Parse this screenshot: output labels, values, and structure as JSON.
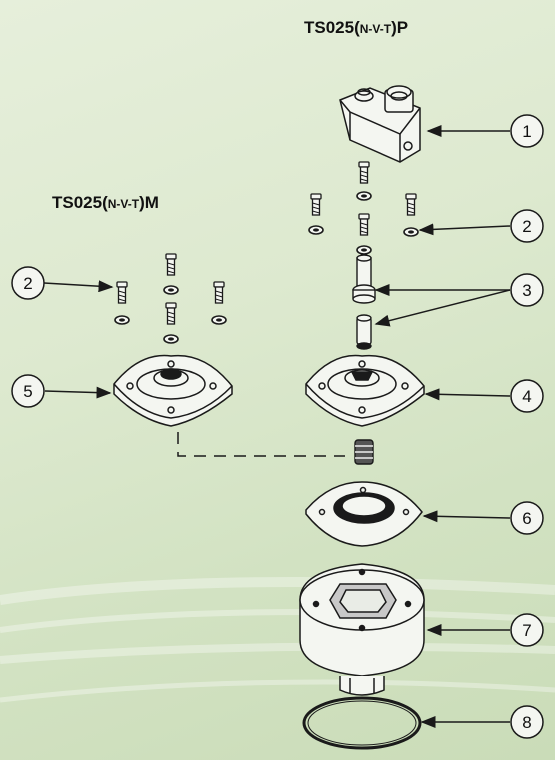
{
  "titles": {
    "top": {
      "main": "TS025(",
      "sc": "N-V-T",
      "end": ")P"
    },
    "left": {
      "main": "TS025(",
      "sc": "N-V-T",
      "end": ")M"
    }
  },
  "callouts": [
    "1",
    "2",
    "2",
    "3",
    "4",
    "5",
    "6",
    "7",
    "8"
  ],
  "colors": {
    "line": "#1a1a1a",
    "part_fill": "#f4f6f1",
    "background": "#dde9cf"
  }
}
